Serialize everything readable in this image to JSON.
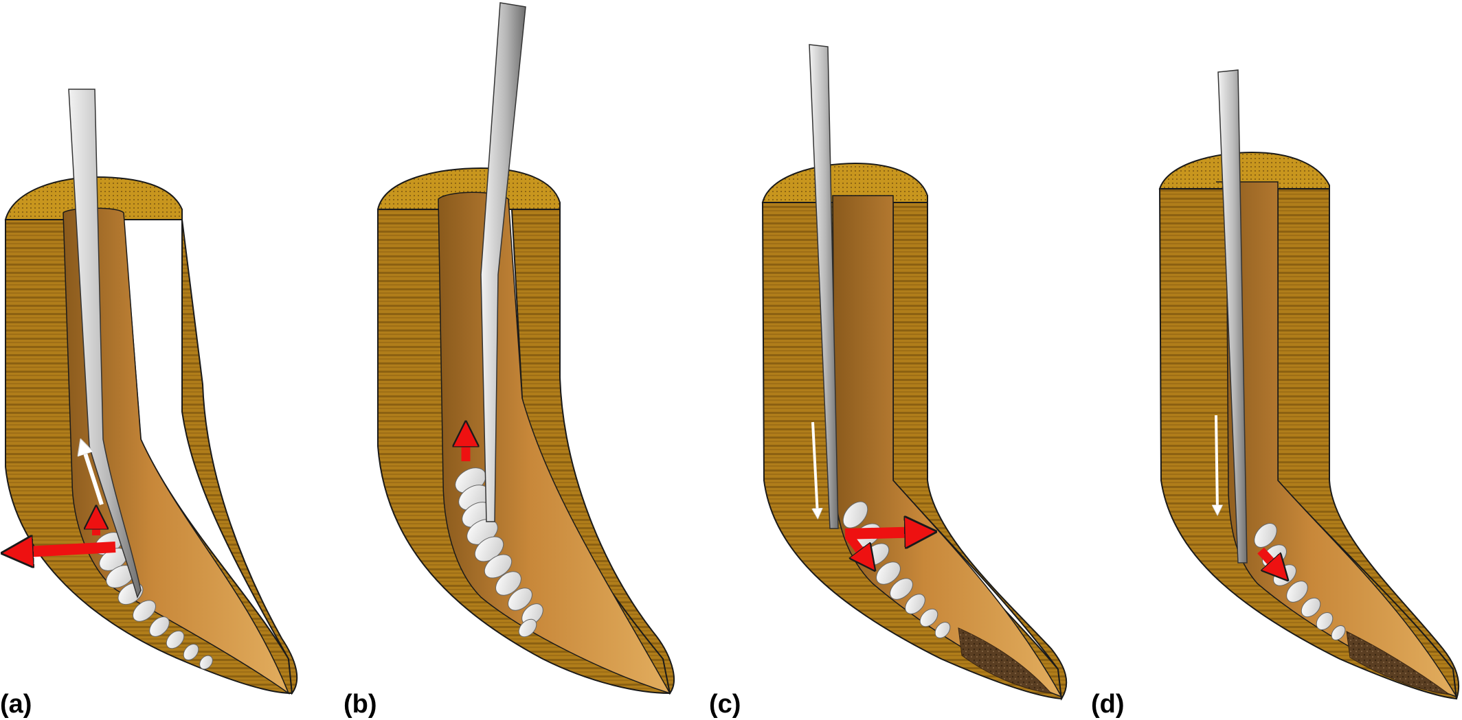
{
  "figure": {
    "panels": [
      {
        "id": "a",
        "label": "(a)"
      },
      {
        "id": "b",
        "label": "(b)"
      },
      {
        "id": "c",
        "label": "(c)"
      },
      {
        "id": "d",
        "label": "(d)"
      }
    ]
  },
  "colors": {
    "dentin": "#b07d1a",
    "dentin_stripe": "#6e4a0b",
    "crown_top": "#c8961e",
    "canal_light": "#d9a14e",
    "canal_dark": "#8a5a1c",
    "canal_apical_light": "#f0c77a",
    "file_light": "#e6e6e6",
    "file_dark": "#8d8d8d",
    "debris": "#f4f4f4",
    "apical_packed_debris": "#5a3e22",
    "force_arrow": "#ee1111",
    "motion_arrow": "#ffffff",
    "outline": "#1a1a1a"
  },
  "icons": {
    "force_arrow": "red-force-arrow-icon",
    "motion_arrow": "white-motion-arrow-icon"
  }
}
